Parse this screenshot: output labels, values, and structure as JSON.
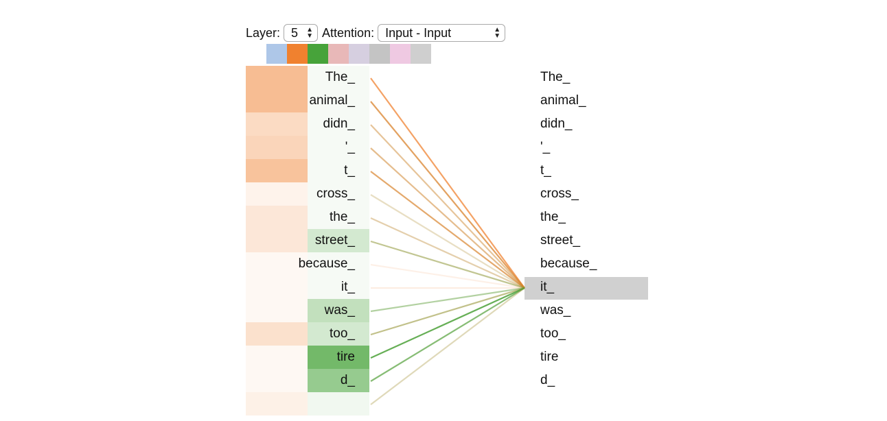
{
  "controls": {
    "layer_label": "Layer:",
    "layer_value": "5",
    "attention_label": "Attention:",
    "attention_value": "Input - Input"
  },
  "head_colors": [
    "#aec7e8",
    "#f0812f",
    "#47a33a",
    "#e8b8b8",
    "#d6cfe0",
    "#c4c4c4",
    "#efc9e2",
    "#cfcfcf"
  ],
  "selected_heads": [
    1,
    2
  ],
  "selected_token_index": 9,
  "left_tokens": [
    "The_",
    "animal_",
    "didn_",
    "'_",
    "t_",
    "cross_",
    "the_",
    "street_",
    "because_",
    "it_",
    "was_",
    "too_",
    "tire",
    "d_",
    ""
  ],
  "right_tokens": [
    "The_",
    "animal_",
    "didn_",
    "'_",
    "t_",
    "cross_",
    "the_",
    "street_",
    "because_",
    "it_",
    "was_",
    "too_",
    "tire",
    "d_"
  ],
  "attention": {
    "head_orange": [
      0.55,
      0.55,
      0.3,
      0.35,
      0.5,
      0.1,
      0.2,
      0.2,
      0.03,
      0.05,
      0.02,
      0.25,
      0.05,
      0.05,
      0.12
    ],
    "head_green": [
      0.0,
      0.02,
      0.02,
      0.02,
      0.02,
      0.03,
      0.04,
      0.25,
      0.0,
      0.0,
      0.35,
      0.25,
      0.8,
      0.6,
      0.08
    ]
  }
}
